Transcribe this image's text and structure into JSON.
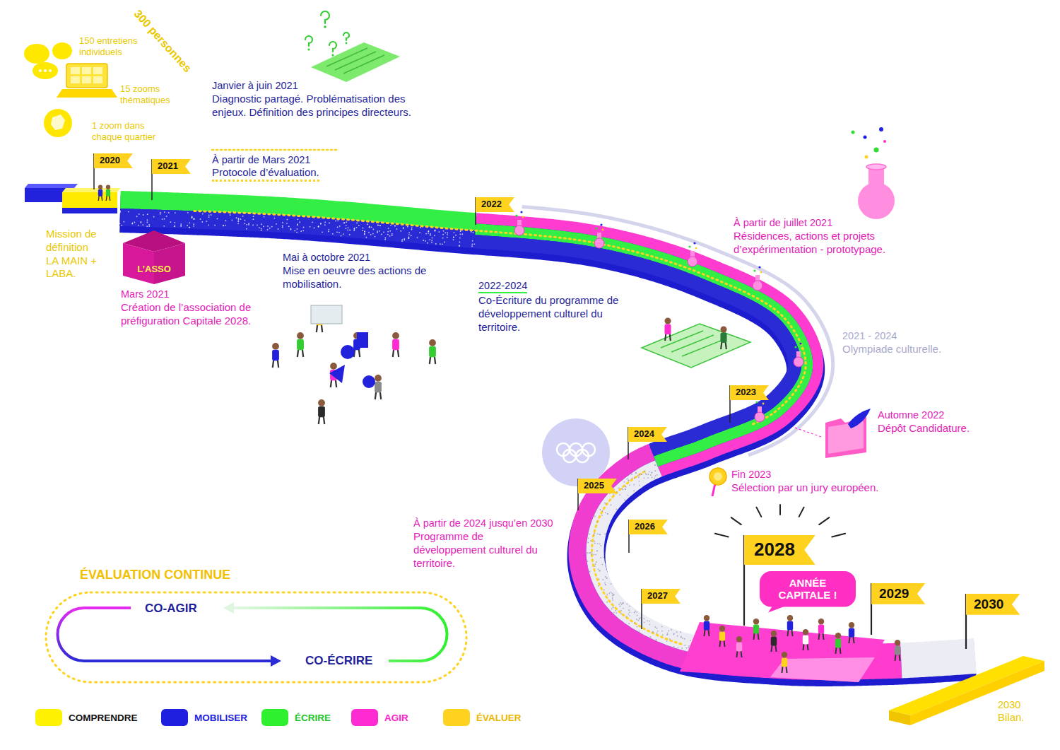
{
  "diagram": {
    "nodes": [
      {
        "text": [
          "2020"
        ]
      },
      {
        "text": [
          "2021"
        ]
      },
      {
        "text": [
          "L’ASSO"
        ]
      },
      {
        "text": [
          "2022"
        ]
      },
      {
        "text": [
          "2023"
        ]
      },
      {
        "text": [
          "2024"
        ]
      },
      {
        "text": [
          "2025"
        ]
      },
      {
        "text": [
          "2026"
        ]
      },
      {
        "text": [
          "2027"
        ]
      },
      {
        "text": [
          "2028"
        ]
      },
      {
        "text": [
          "ANNÉE CAPITALE !"
        ]
      },
      {
        "text": [
          "2029"
        ]
      },
      {
        "text": [
          "2030"
        ]
      }
    ],
    "labels": [
      "300 personnes",
      "150 entretiens individuels",
      "15 zooms thématiques",
      "1 zoom dans chaque quartier",
      "Janvier à juin 2021",
      "Diagnostic partagé. Problématisation des enjeux. Définition des principes directeurs.",
      "À partir de Mars 2021",
      "Protocole d’évaluation.",
      "Mission de définition LA MAIN + LABA.",
      "Mars 2021",
      "Création de l’association de préfiguration Capitale 2028.",
      "Mai à octobre 2021",
      "Mise en oeuvre des actions de mobilisation.",
      "2022-2024",
      "Co-Écriture du programme de développement culturel du territoire.",
      "À partir de juillet 2021",
      "Résidences, actions et projets d’expérimentation - prototypage.",
      "2021 - 2024",
      "Olympiade culturelle.",
      "Automne 2022",
      "Dépôt Candidature.",
      "Fin 2023",
      "Sélection par un jury européen.",
      "À partir de 2024 jusqu’en 2030",
      "Programme de développement culturel du territoire.",
      "2030",
      "Bilan.",
      "ÉVALUATION CONTINUE",
      "CO-AGIR",
      "CO-ÉCRIRE"
    ],
    "legend": [
      {
        "text": "COMPRENDRE",
        "color": "#fff200"
      },
      {
        "text": "MOBILISER",
        "color": "#1f1fe0"
      },
      {
        "text": "ÉCRIRE",
        "color": "#2ef02e"
      },
      {
        "text": "AGIR",
        "color": "#ff2bd2"
      },
      {
        "text": "ÉVALUER",
        "color": "#ffd21f"
      }
    ]
  }
}
